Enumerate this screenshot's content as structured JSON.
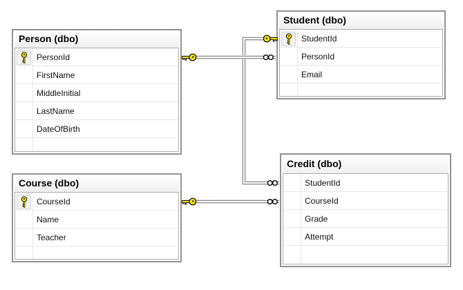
{
  "tables": [
    {
      "name": "Person",
      "title": "Person (dbo)",
      "columns": [
        {
          "name": "PersonId",
          "primary_key": true
        },
        {
          "name": "FirstName",
          "primary_key": false
        },
        {
          "name": "MiddleInitial",
          "primary_key": false
        },
        {
          "name": "LastName",
          "primary_key": false
        },
        {
          "name": "DateOfBirth",
          "primary_key": false
        }
      ]
    },
    {
      "name": "Student",
      "title": "Student (dbo)",
      "columns": [
        {
          "name": "StudentId",
          "primary_key": true
        },
        {
          "name": "PersonId",
          "primary_key": false
        },
        {
          "name": "Email",
          "primary_key": false
        }
      ]
    },
    {
      "name": "Course",
      "title": "Course (dbo)",
      "columns": [
        {
          "name": "CourseId",
          "primary_key": true
        },
        {
          "name": "Name",
          "primary_key": false
        },
        {
          "name": "Teacher",
          "primary_key": false
        }
      ]
    },
    {
      "name": "Credit",
      "title": "Credit (dbo)",
      "columns": [
        {
          "name": "StudentId",
          "primary_key": false
        },
        {
          "name": "CourseId",
          "primary_key": false
        },
        {
          "name": "Grade",
          "primary_key": false
        },
        {
          "name": "Attempt",
          "primary_key": false
        }
      ]
    }
  ],
  "relationships": [
    {
      "one_side": "Person.PersonId",
      "many_side": "Student.PersonId",
      "one_symbol": "key-icon",
      "many_symbol": "infinity-icon"
    },
    {
      "one_side": "Student.StudentId",
      "many_side": "Credit.StudentId",
      "one_symbol": "key-icon",
      "many_symbol": "infinity-icon"
    },
    {
      "one_side": "Course.CourseId",
      "many_side": "Credit.CourseId",
      "one_symbol": "key-icon",
      "many_symbol": "infinity-icon"
    }
  ],
  "colors": {
    "key_icon": "#ffe60a",
    "line": "#878787",
    "line_halo": "#dedede",
    "table_border": "#919191",
    "header_background": "#f3f3f3",
    "row_separator": "#e7e7e7",
    "text": "#000000",
    "canvas_background": "#ffffff"
  }
}
